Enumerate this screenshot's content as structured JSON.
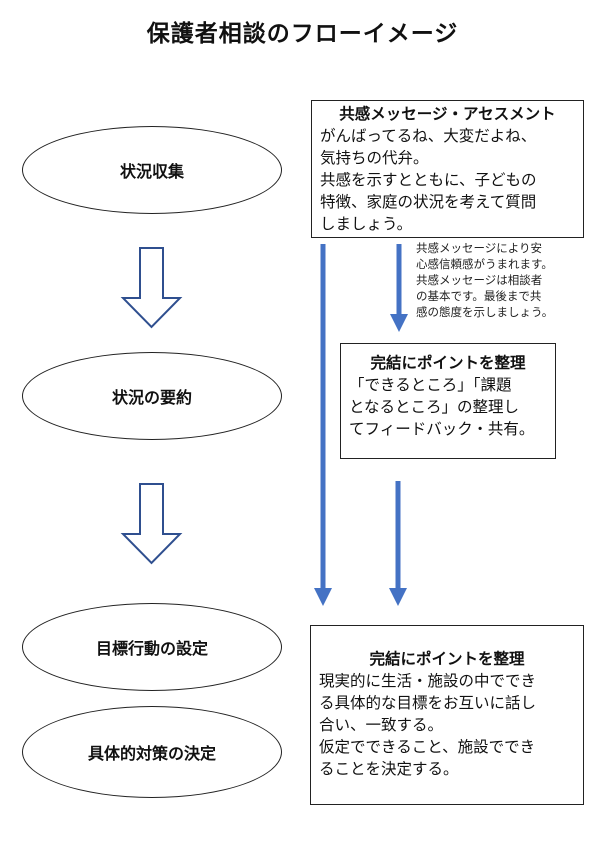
{
  "title": "保護者相談のフローイメージ",
  "steps": [
    "状況収集",
    "状況の要約",
    "目標行動の設定",
    "具体的対策の決定"
  ],
  "box1": {
    "heading": "共感メッセージ・アセスメント",
    "lines": [
      "がんばってるね、大変だよね、",
      "気持ちの代弁。",
      "共感を示すとともに、子どもの",
      "特徴、家庭の状況を考えて質問",
      "しましょう。"
    ]
  },
  "note": {
    "lines": [
      "共感メッセージにより安",
      "心感信頼感がうまれます。",
      "共感メッセージは相談者",
      "の基本です。最後まで共",
      "感の態度を示しましょう。"
    ]
  },
  "box2": {
    "heading": "完結にポイントを整理",
    "lines": [
      "「できるところ」「課題",
      "となるところ」の整理し",
      "てフィードバック・共有。"
    ]
  },
  "box3": {
    "heading": "完結にポイントを整理",
    "lines": [
      "現実的に生活・施設の中ででき",
      "る具体的な目標をお互いに話し",
      "合い、一致する。",
      "仮定でできること、施設ででき",
      "ることを決定する。"
    ]
  },
  "colors": {
    "arrow_blue": "#4472C4",
    "outline_arrow": "#2F4F8F"
  }
}
